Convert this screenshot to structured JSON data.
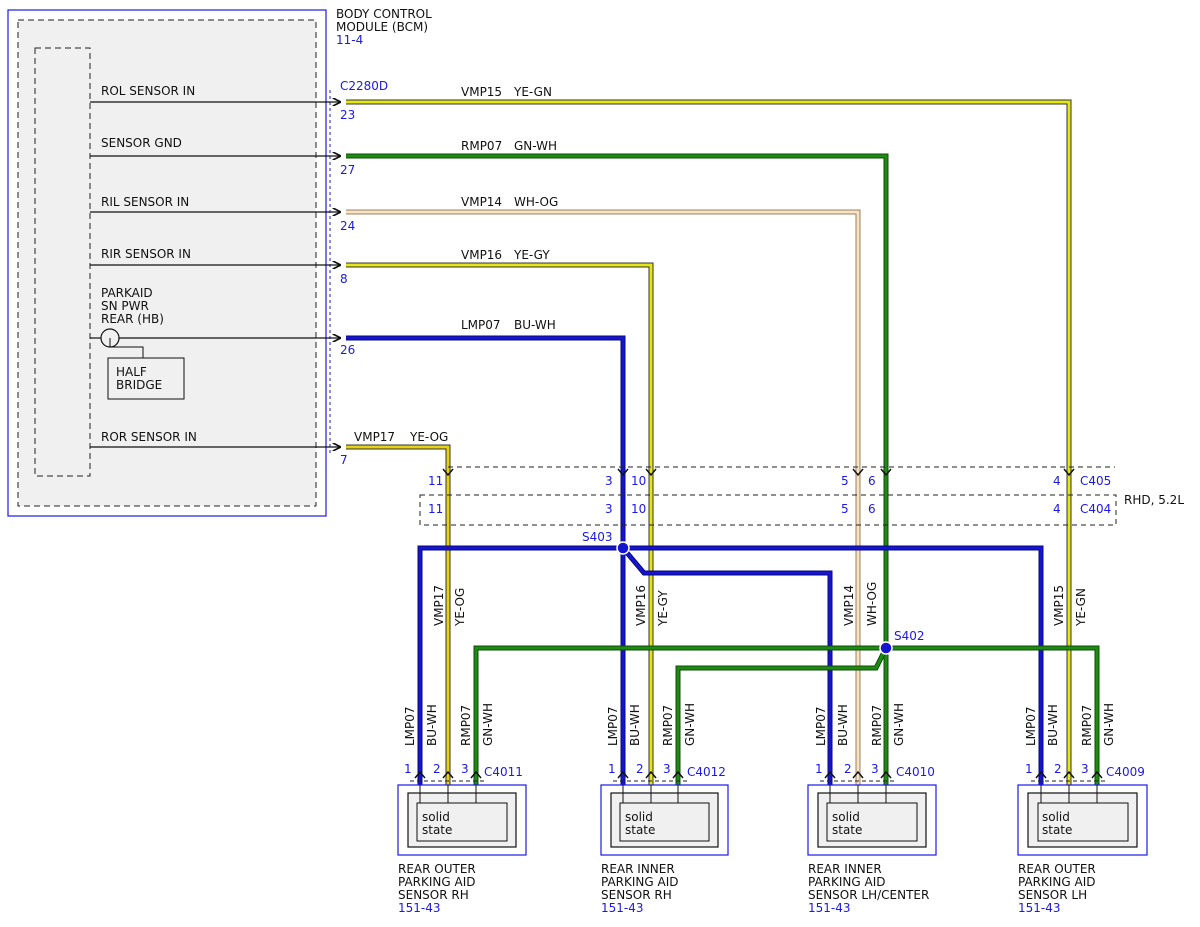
{
  "colors": {
    "ye_gn": "#e6e614",
    "gn": "#1f8a12",
    "wh_og": "#f2c28a",
    "bu": "#1414d2",
    "ye_og": "#e6d214",
    "ref_blue": "#1a1ae6",
    "module_fill": "#f0f0f0"
  },
  "bcm": {
    "title_line1": "BODY CONTROL",
    "title_line2": "MODULE (BCM)",
    "ref": "11-4",
    "connector": "C2280D",
    "half_bridge_line1": "HALF",
    "half_bridge_line2": "BRIDGE",
    "signals": [
      {
        "name": "ROL SENSOR IN",
        "pin": "23",
        "circuit": "VMP15",
        "color": "YE-GN"
      },
      {
        "name": "SENSOR GND",
        "pin": "27",
        "circuit": "RMP07",
        "color": "GN-WH"
      },
      {
        "name": "RIL SENSOR IN",
        "pin": "24",
        "circuit": "VMP14",
        "color": "WH-OG"
      },
      {
        "name": "RIR SENSOR IN",
        "pin": "8",
        "circuit": "VMP16",
        "color": "YE-GY"
      },
      {
        "name": "PARKAID SN PWR REAR (HB)",
        "name_lines": [
          "PARKAID",
          "SN PWR",
          "REAR (HB)"
        ],
        "pin": "26",
        "circuit": "LMP07",
        "color": "BU-WH"
      },
      {
        "name": "ROR SENSOR IN",
        "pin": "7",
        "circuit": "VMP17",
        "color": "YE-OG"
      }
    ]
  },
  "inline": {
    "c405": "C405",
    "c404": "C404",
    "rhd_note": "RHD, 5.2L",
    "pins": [
      "11",
      "3",
      "10",
      "5",
      "6",
      "4"
    ]
  },
  "splices": {
    "s403": "S403",
    "s402": "S402"
  },
  "sensors": [
    {
      "connector": "C4011",
      "label_lines": [
        "REAR OUTER",
        "PARKING AID",
        "SENSOR RH"
      ],
      "ref": "151-43",
      "inner_line1": "solid",
      "inner_line2": "state",
      "wires": [
        {
          "pin": "1",
          "circuit": "LMP07",
          "color": "BU-WH"
        },
        {
          "pin": "2",
          "circuit": "VMP17",
          "color": "YE-OG"
        },
        {
          "pin": "3",
          "circuit": "RMP07",
          "color": "GN-WH"
        }
      ]
    },
    {
      "connector": "C4012",
      "label_lines": [
        "REAR INNER",
        "PARKING AID",
        "SENSOR RH"
      ],
      "ref": "151-43",
      "inner_line1": "solid",
      "inner_line2": "state",
      "wires": [
        {
          "pin": "1",
          "circuit": "LMP07",
          "color": "BU-WH"
        },
        {
          "pin": "2",
          "circuit": "VMP16",
          "color": "YE-GY"
        },
        {
          "pin": "3",
          "circuit": "RMP07",
          "color": "GN-WH"
        }
      ]
    },
    {
      "connector": "C4010",
      "label_lines": [
        "REAR INNER",
        "PARKING AID",
        "SENSOR LH/CENTER"
      ],
      "ref": "151-43",
      "inner_line1": "solid",
      "inner_line2": "state",
      "wires": [
        {
          "pin": "1",
          "circuit": "LMP07",
          "color": "BU-WH"
        },
        {
          "pin": "2",
          "circuit": "VMP14",
          "color": "WH-OG"
        },
        {
          "pin": "3",
          "circuit": "RMP07",
          "color": "GN-WH"
        }
      ]
    },
    {
      "connector": "C4009",
      "label_lines": [
        "REAR OUTER",
        "PARKING AID",
        "SENSOR LH"
      ],
      "ref": "151-43",
      "inner_line1": "solid",
      "inner_line2": "state",
      "wires": [
        {
          "pin": "1",
          "circuit": "LMP07",
          "color": "BU-WH"
        },
        {
          "pin": "2",
          "circuit": "VMP15",
          "color": "YE-GN"
        },
        {
          "pin": "3",
          "circuit": "RMP07",
          "color": "GN-WH"
        }
      ]
    }
  ]
}
